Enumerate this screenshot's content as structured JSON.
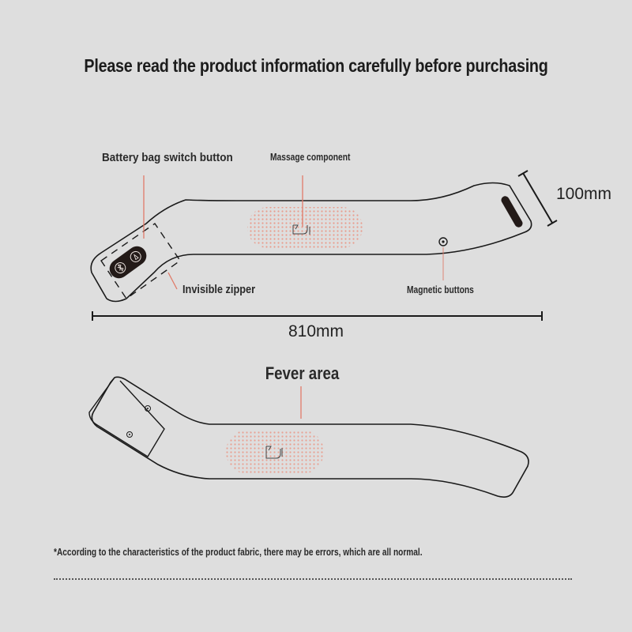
{
  "header": {
    "title": "Please read the product information carefully before purchasing"
  },
  "top_view": {
    "labels": {
      "battery_switch": "Battery bag switch button",
      "massage_component": "Massage component",
      "invisible_zipper": "Invisible zipper",
      "magnetic_buttons": "Magnetic buttons"
    },
    "dimensions": {
      "width": "100mm",
      "length": "810mm"
    },
    "icons": [
      "bluetooth-icon",
      "power-icon",
      "massage-logo-icon",
      "magnetic-button-icon",
      "strap-slot-icon"
    ]
  },
  "bottom_view": {
    "labels": {
      "fever_area": "Fever area"
    },
    "icons": [
      "massage-logo-icon",
      "snap-button-icon"
    ]
  },
  "footer": {
    "note": "*According to the characteristics of the product fabric, there may be errors, which are all normal."
  },
  "colors": {
    "background": "#dedede",
    "outline": "#1a1a1a",
    "accent": "#e07a68",
    "dot_area": "#f2b3a6",
    "control_pad": "#231a18"
  }
}
